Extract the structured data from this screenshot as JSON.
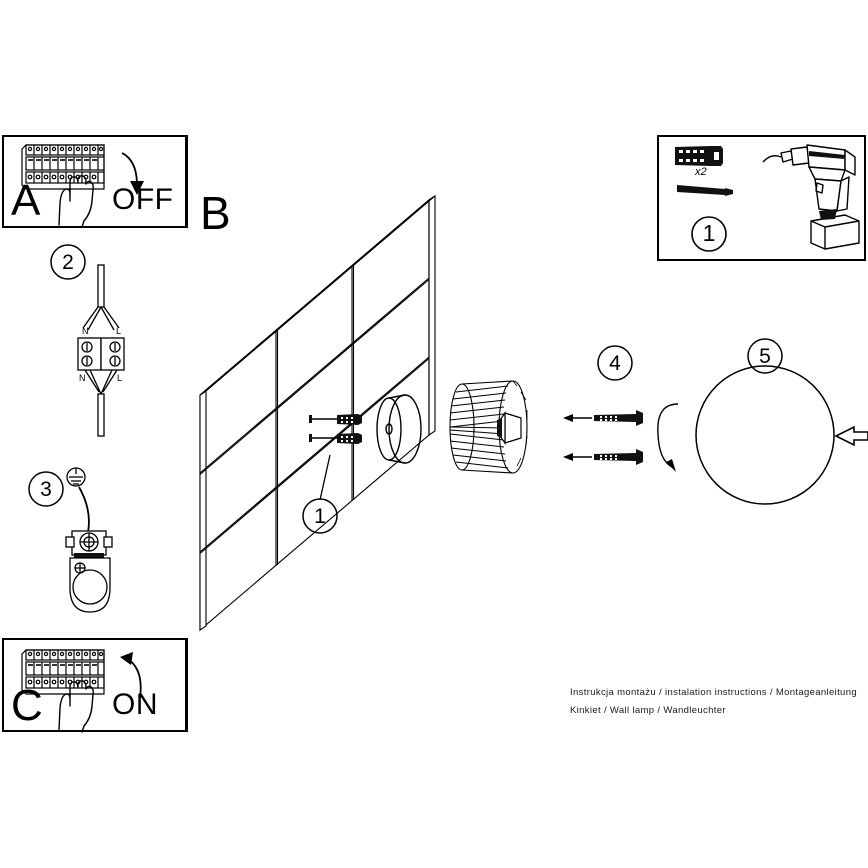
{
  "document": {
    "type": "assembly-instruction-diagram",
    "product": "wall lamp",
    "background_color": "#ffffff",
    "line_color": "#000000"
  },
  "panels": {
    "a": {
      "letter": "A",
      "action_label": "OFF",
      "icon": "circuit-breaker-panel-with-hand",
      "arrow": "curved-arrow-down"
    },
    "c": {
      "letter": "C",
      "action_label": "ON",
      "icon": "circuit-breaker-panel-with-hand",
      "arrow": "curved-arrow-up"
    },
    "b": {
      "letter": "B",
      "icon": "tiled-wall-isometric"
    },
    "parts": {
      "step_number": "1",
      "quantity_label": "x2",
      "items": [
        "wall-plug-anchor",
        "screw",
        "power-drill"
      ]
    }
  },
  "steps": [
    {
      "number": "2",
      "labels": {
        "n_top": "N",
        "l_top": "L",
        "n_bottom": "N",
        "l_bottom": "L"
      },
      "icon": "wire-terminal-block"
    },
    {
      "number": "3",
      "icon": "earth-ground-bracket"
    },
    {
      "number": "1",
      "icon": "wall-mount-callout"
    },
    {
      "number": "4",
      "icon": "lamp-body-with-screws"
    },
    {
      "number": "5",
      "icon": "glass-globe-shade"
    }
  ],
  "footer": {
    "line1": "Instrukcja montażu / instalation instructions / Montageanleitung",
    "line2": "Kinkiet / Wall lamp / Wandleuchter"
  }
}
